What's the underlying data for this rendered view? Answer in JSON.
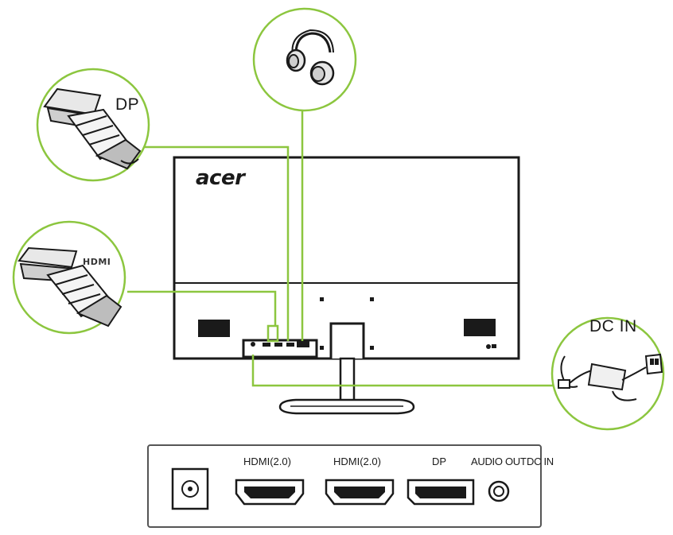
{
  "brand_logo": "acer",
  "callouts": {
    "dp": "DP",
    "hdmi_logo": "HDMI",
    "dc_in": "DC IN"
  },
  "port_panel": {
    "labels": [
      "HDMI(2.0)",
      "HDMI(2.0)",
      "DP",
      "AUDIO OUT",
      "DC IN"
    ]
  },
  "colors": {
    "connection_line": "#8cc63f",
    "outline": "#1a1a1a",
    "panel_gray": "#dcdcdc"
  },
  "icons": [
    "headphones-icon",
    "dp-connector-icon",
    "hdmi-connector-icon",
    "power-adapter-icon",
    "dc-jack-icon",
    "hdmi-port-icon",
    "dp-port-icon",
    "audio-jack-icon"
  ]
}
